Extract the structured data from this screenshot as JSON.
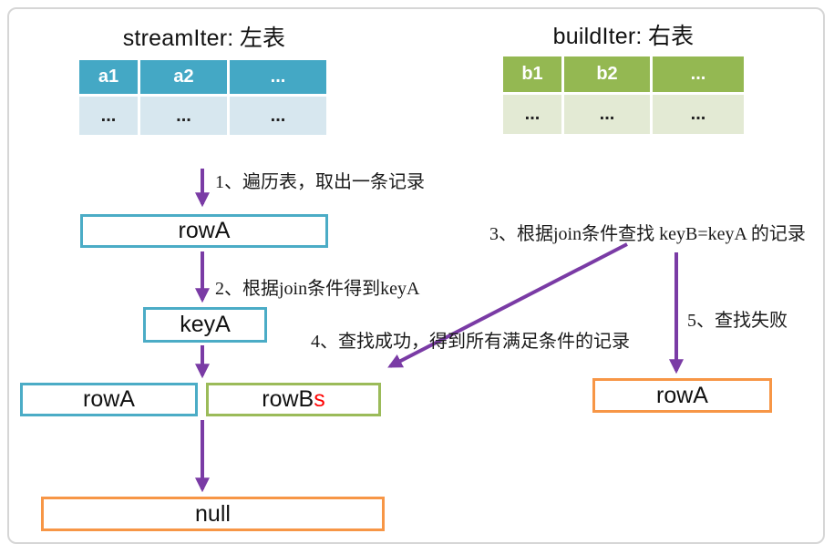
{
  "diagram": {
    "left_table": {
      "title_latin": "streamIter:",
      "title_cjk": " 左表",
      "headers": [
        "a1",
        "a2",
        "..."
      ],
      "row": [
        "...",
        "...",
        "..."
      ]
    },
    "right_table": {
      "title_latin": "buildIter:",
      "title_cjk": " 右表",
      "headers": [
        "b1",
        "b2",
        "..."
      ],
      "row": [
        "...",
        "...",
        "..."
      ]
    },
    "boxes": {
      "rowA_top": "rowA",
      "keyA": "keyA",
      "rowA_left": "rowA",
      "rowBs_main": "rowB",
      "rowBs_suffix": "s",
      "rowA_right": "rowA",
      "null_box": "null"
    },
    "steps": {
      "step1": "1、遍历表，取出一条记录",
      "step2": "2、根据join条件得到keyA",
      "step3": "3、根据join条件查找 keyB=keyA 的记录",
      "step4": "4、查找成功，得到所有满足条件的记录",
      "step5": "5、查找失败"
    },
    "colors": {
      "stream_header": "#44A8C5",
      "stream_row": "#D7E7EF",
      "build_header": "#94B852",
      "build_row": "#E3EAD4",
      "stream_border": "#4BACC6",
      "build_border": "#9BBB59",
      "result_border": "#F79646",
      "arrow": "#7A3BA5",
      "suffix_red": "#FF0000"
    }
  }
}
